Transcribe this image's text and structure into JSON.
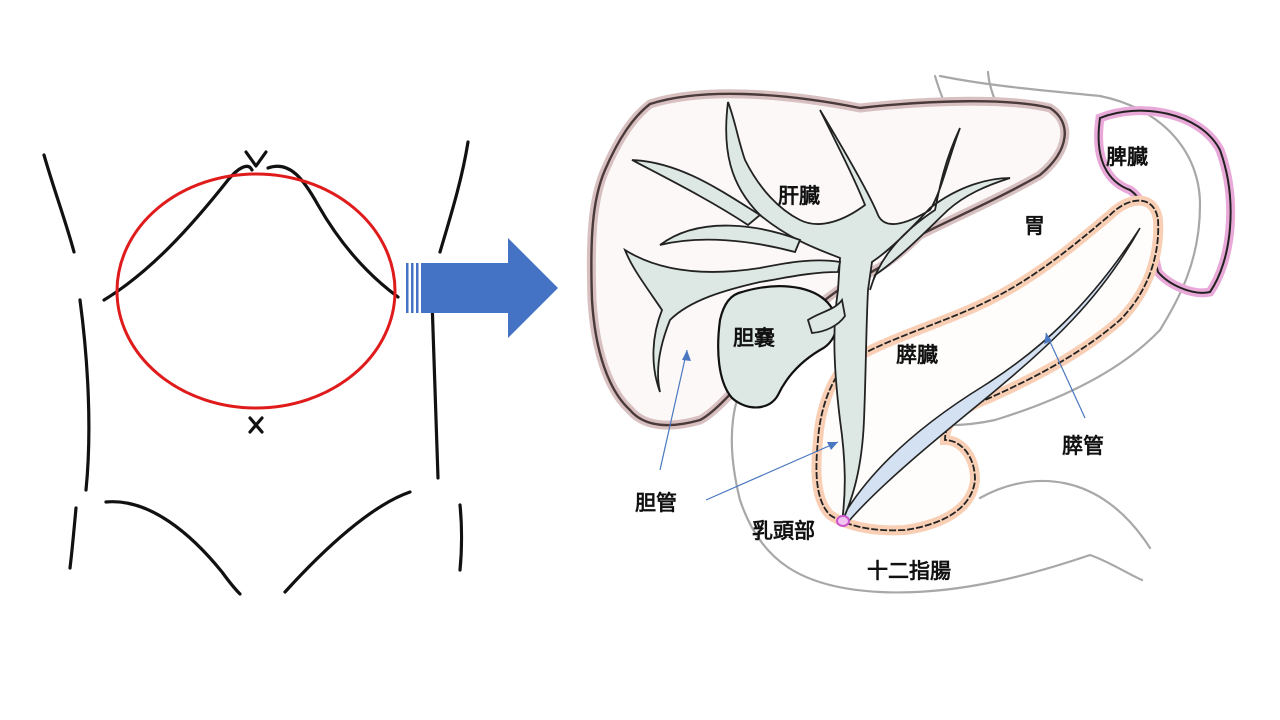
{
  "labels": {
    "liver": "肝臓",
    "stomach": "胃",
    "spleen": "脾臓",
    "gallbladder": "胆嚢",
    "pancreas": "膵臓",
    "pancreatic_duct": "膵管",
    "bile_duct": "胆管",
    "papilla": "乳頭部",
    "duodenum": "十二指腸"
  },
  "colors": {
    "torso_outline": "#111111",
    "focus_ellipse": "#e01b1b",
    "arrow": "#4472c4",
    "leader_line": "#4a78c0",
    "liver_outline": "#4a3a3a",
    "liver_halo": "#d8c0c0",
    "bile_duct_fill": "#dde8e4",
    "stomach_outline": "#a8a8a8",
    "spleen_outline": "#222222",
    "spleen_halo": "#e9a9d8",
    "pancreas_outline": "#222222",
    "pancreas_halo": "#f8cfb4",
    "pancreatic_duct_fill": "#d4e1f2",
    "papilla_highlight": "#cc55cc"
  }
}
